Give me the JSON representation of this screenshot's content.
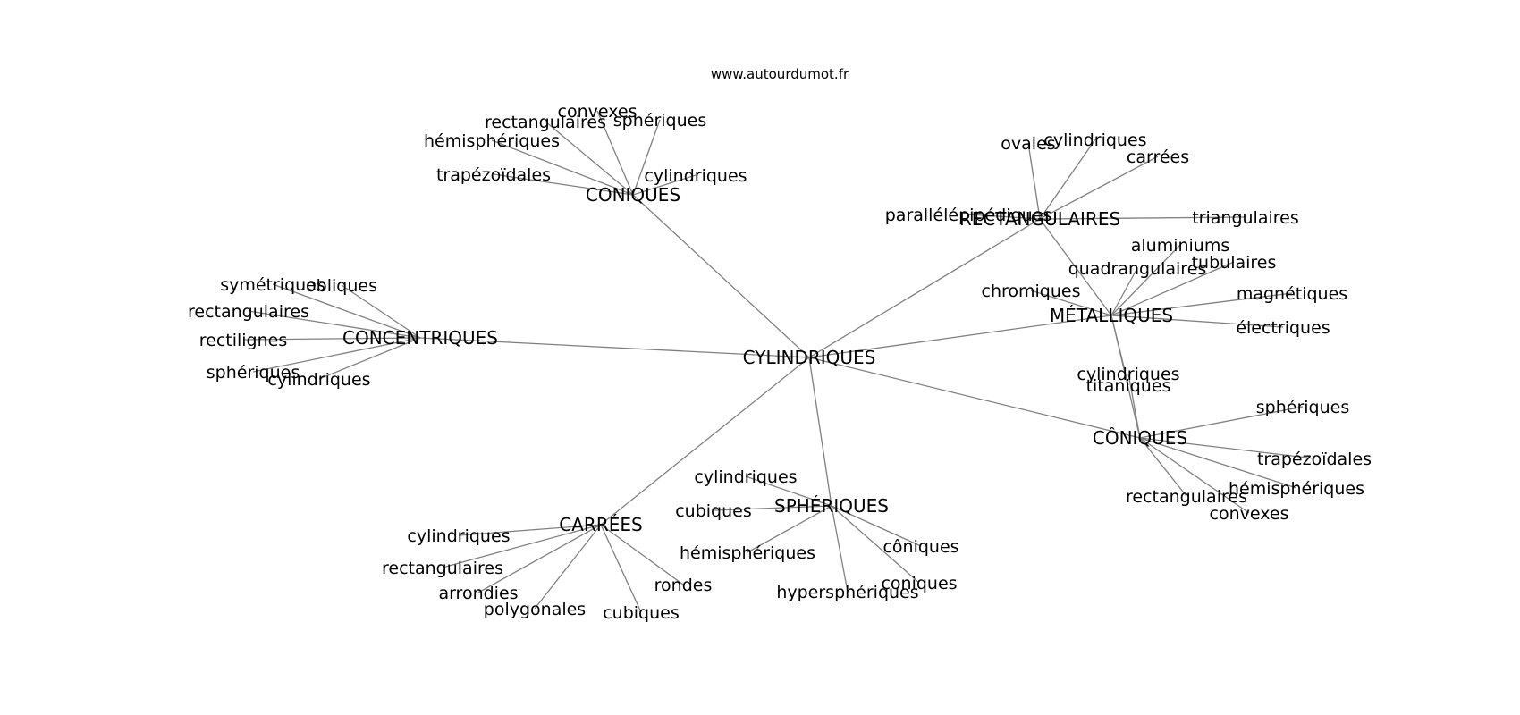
{
  "source": "www.autourdumot.fr",
  "center": {
    "id": "c",
    "label": "CYLINDRIQUES"
  },
  "hubs": [
    {
      "id": "coniques",
      "label": "CONIQUES",
      "leaves": [
        "trapézoïdales",
        "hémisphériques",
        "rectangulaires",
        "convexes",
        "sphériques",
        "cylindriques"
      ]
    },
    {
      "id": "rectangulaires",
      "label": "RECTANGULAIRES",
      "leaves": [
        "parallélépipédiques",
        "ovales",
        "cylindriques",
        "carrées",
        "triangulaires"
      ]
    },
    {
      "id": "metalliques",
      "label": "MÉTALLIQUES",
      "leaves": [
        "quadrangulaires",
        "aluminiums",
        "tubulaires",
        "chromiques",
        "magnétiques",
        "électriques",
        "titaniques"
      ]
    },
    {
      "id": "concentriques",
      "label": "CONCENTRIQUES",
      "leaves": [
        "symétriques",
        "obliques",
        "rectangulaires",
        "rectilignes",
        "sphériques",
        "cylindriques"
      ]
    },
    {
      "id": "coniques2",
      "label": "CÔNIQUES",
      "leaves": [
        "cylindriques",
        "sphériques",
        "trapézoïdales",
        "hémisphériques",
        "rectangulaires",
        "convexes"
      ]
    },
    {
      "id": "carrees",
      "label": "CARRÉES",
      "leaves": [
        "cylindriques",
        "rectangulaires",
        "arrondies",
        "polygonales",
        "cubiques",
        "rondes"
      ]
    },
    {
      "id": "spheriques",
      "label": "SPHÉRIQUES",
      "leaves": [
        "cylindriques",
        "cubiques",
        "hémisphériques",
        "hypersphériques",
        "côniques",
        "coniques"
      ]
    }
  ],
  "links": [
    [
      "coniques2",
      "metalliques"
    ],
    [
      "rectangulaires",
      "metalliques"
    ]
  ]
}
